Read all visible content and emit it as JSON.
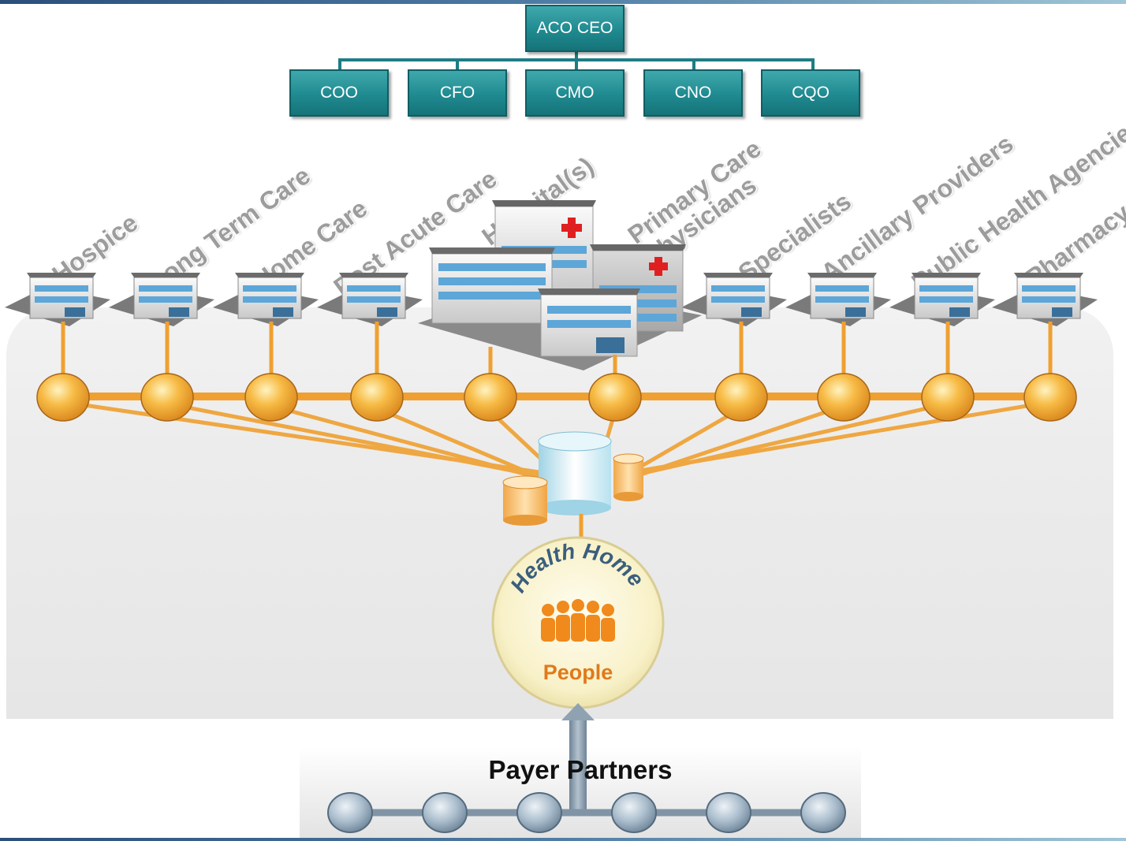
{
  "org_chart": {
    "ceo": "ACO CEO",
    "officers": [
      "COO",
      "CFO",
      "CMO",
      "CNO",
      "CQO"
    ]
  },
  "categories": [
    "Hospice",
    "Long Term Care",
    "Home Care",
    "Post Acute Care",
    "Hospital(s)",
    "Primary Care\nPhysicians",
    "Specialists",
    "Ancillary Providers",
    "Public Health Agencies",
    "Pharmacy"
  ],
  "health_home": {
    "title": "Health Home",
    "subtitle": "People"
  },
  "payer": {
    "title": "Payer Partners",
    "node_count": 6
  },
  "colors": {
    "org_box": "#1f8a90",
    "node_orange": "#f2a323",
    "link_orange": "#f0a030",
    "label_gray": "#9c9c9c",
    "payer_node": "#9eb2c4",
    "database_blue": "#cfeaf4"
  }
}
